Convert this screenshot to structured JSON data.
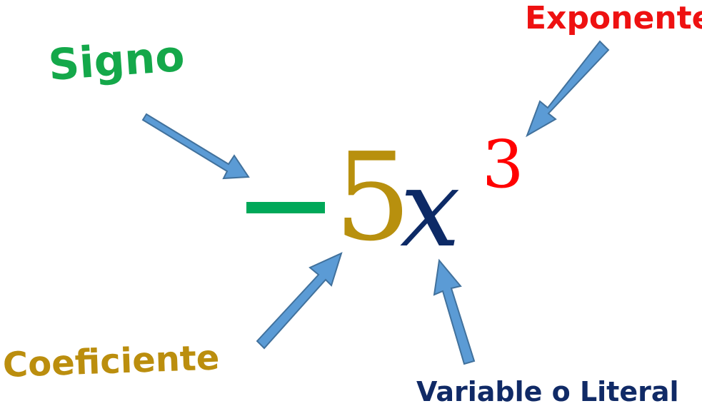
{
  "labels": {
    "sign": "Signo",
    "exponent": "Exponente",
    "coefficient": "Coeficiente",
    "variable": "Variable o Literal"
  },
  "expression": {
    "sign": "−",
    "coefficient": "5",
    "variable": "x",
    "exponent": "3"
  },
  "colors": {
    "sign": "#00a859",
    "coefficient": "#b8900e",
    "variable": "#0d2a66",
    "exponent": "#ff0000",
    "arrow_fill": "#5b9bd5",
    "arrow_stroke": "#41719c"
  }
}
